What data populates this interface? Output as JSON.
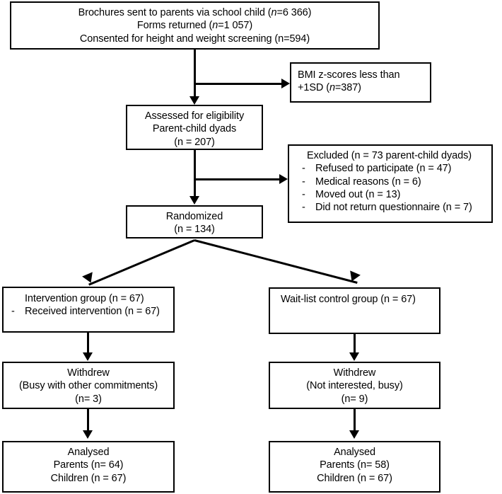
{
  "diagram": {
    "type": "consort-flow-diagram",
    "boxes": {
      "enrollment": {
        "line1_a": "Brochures sent to parents via school child (",
        "line1_n": "n",
        "line1_b": "=6 366)",
        "line2_a": "Forms returned (",
        "line2_n": "n",
        "line2_b": "=1 057)",
        "line3": "Consented for height and weight screening (n=594)"
      },
      "excluded_bmi": {
        "line1": "BMI z-scores less than",
        "line2_a": "+1SD (",
        "line2_n": "n",
        "line2_b": "=387)"
      },
      "assessed": {
        "line1": "Assessed for eligibility",
        "line2": "Parent-child dyads",
        "line3": "(n = 207)"
      },
      "excluded_reasons": {
        "heading": "Excluded (n = 73 parent-child dyads)",
        "dash": "-",
        "items": [
          "Refused to participate (n = 47)",
          "Medical reasons (n = 6)",
          "Moved out (n = 13)",
          "Did not return questionnaire (n = 7)"
        ]
      },
      "randomized": {
        "line1": "Randomized",
        "line2": "(n = 134)"
      },
      "intervention_group": {
        "line1": "Intervention group (n = 67)",
        "dash": "-",
        "line2": "Received intervention (n = 67)"
      },
      "control_group": {
        "line1": "Wait-list control group (n = 67)"
      },
      "withdrew_left": {
        "line1": "Withdrew",
        "line2": "(Busy with other commitments)",
        "line3": "(n= 3)"
      },
      "withdrew_right": {
        "line1": "Withdrew",
        "line2": "(Not interested, busy)",
        "line3": "(n= 9)"
      },
      "analysed_left": {
        "line1": "Analysed",
        "line2": "Parents (n= 64)",
        "line3": "Children (n = 67)"
      },
      "analysed_right": {
        "line1": "Analysed",
        "line2": "Parents (n= 58)",
        "line3": "Children (n = 67)"
      }
    },
    "colors": {
      "stroke": "#000000",
      "fill": "#ffffff",
      "text": "#000000"
    }
  }
}
